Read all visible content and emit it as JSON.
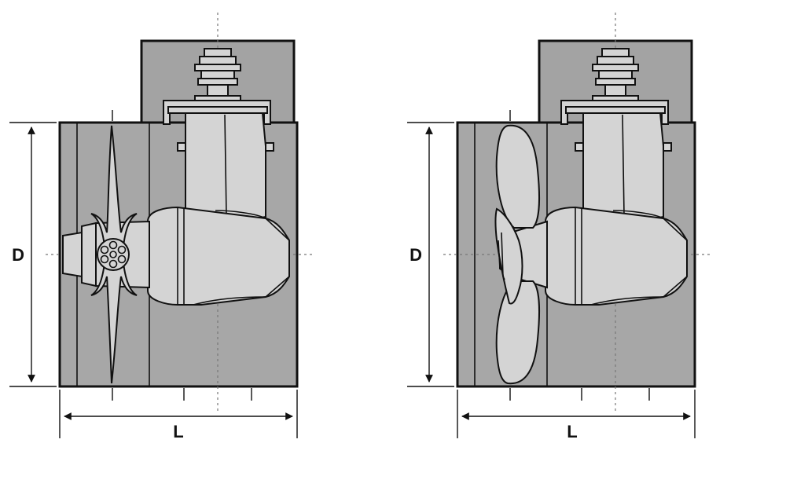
{
  "diagrams": [
    {
      "id": "single-blade",
      "height_label": "D",
      "length_label": "L"
    },
    {
      "id": "four-blade",
      "height_label": "D",
      "length_label": "L"
    }
  ],
  "colors": {
    "tunnel": "#a7a7a7",
    "housing": "#a3a3a3",
    "thruster": "#d4d4d4",
    "outline": "#111111"
  }
}
